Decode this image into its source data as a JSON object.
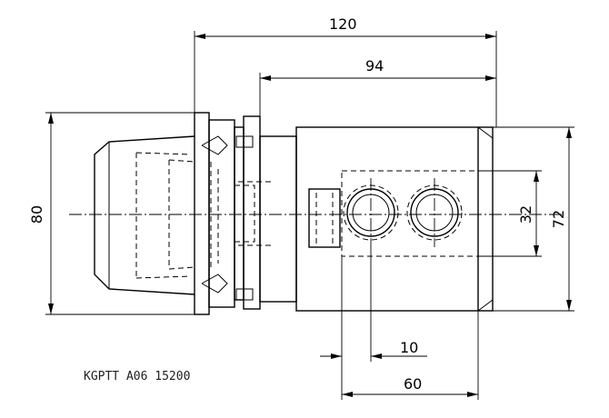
{
  "drawing": {
    "part_code": "KGPTT A06 15200",
    "dimensions": {
      "overall_length": "120",
      "body_length": "94",
      "flange_diameter": "80",
      "body_height": "72",
      "port_spacing": "32",
      "port_offset": "10",
      "port_region_length": "60"
    }
  }
}
